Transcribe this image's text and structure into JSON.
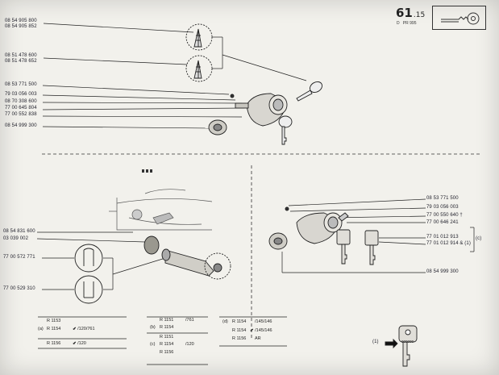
{
  "header": {
    "page_number": "61",
    "page_suffix": ".15",
    "sub_left": "D",
    "sub_right": "PR 995"
  },
  "top_section": {
    "part_numbers": [
      "08 54 905 800",
      "08 54 905 852",
      "08 51 478 600",
      "08 51 478 652",
      "08 53 771 500",
      "79 03 056 003",
      "08 70 308 600",
      "77 00 645 804",
      "77 00 552 838",
      "08 54 999 300"
    ]
  },
  "bottom_left": {
    "part_numbers": [
      "08 54 831 600",
      "03 039 002",
      "77 00 572 771",
      "77 00 529 310"
    ]
  },
  "bottom_right": {
    "part_numbers": [
      "08 53 771 500",
      "79 03 056 003",
      "77 00 550 640 †",
      "77 00 646 241",
      "77 01 012 913",
      "77 01 012 914 & (1)",
      "08 54 999 300"
    ],
    "bracket_label": "(c)"
  },
  "application_table": {
    "col_a": [
      {
        "tag": "",
        "text": "R 1153"
      },
      {
        "tag": "(a)",
        "text": "R 1154",
        "note": "/120/761"
      },
      {
        "tag": "",
        "text": "R 1156",
        "note": "/120"
      }
    ],
    "col_b": [
      {
        "tag": "",
        "text": "R 1151",
        "note": "/761"
      },
      {
        "tag": "(b)",
        "text": "R 1154"
      },
      {
        "tag": "",
        "text": "R 1151"
      },
      {
        "tag": "(c)",
        "text": "R 1154",
        "note": "/120"
      },
      {
        "tag": "",
        "text": "R 1156"
      }
    ],
    "col_d": [
      {
        "tag": "(d)",
        "text": "R 1154",
        "note": "/145/146"
      },
      {
        "tag": "",
        "text": "R 1154",
        "note": "/145/146"
      },
      {
        "tag": "",
        "text": "R 1156",
        "note": "AR"
      }
    ]
  },
  "callout": {
    "label": "(1)"
  }
}
